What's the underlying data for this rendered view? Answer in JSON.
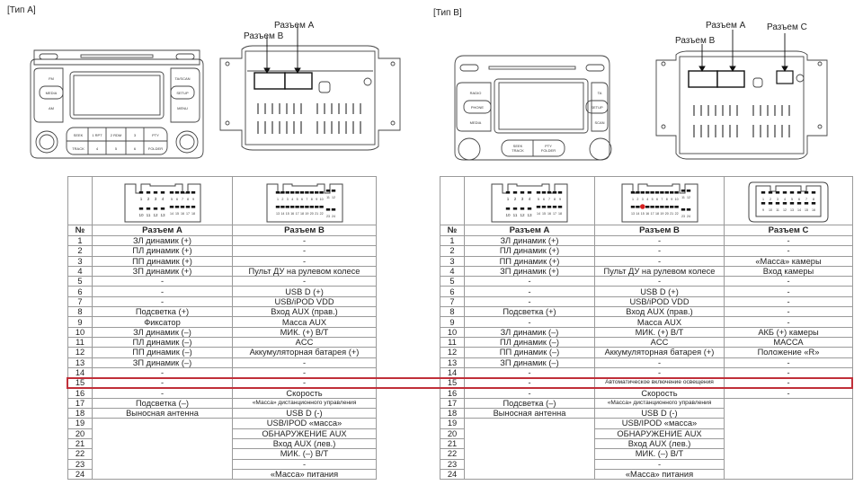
{
  "type_a": {
    "label": "[Тип A]",
    "callouts": {
      "connector_a": "Разъем A",
      "connector_b": "Разъем B"
    },
    "front_panel_buttons": [
      "FM",
      "MEDIA",
      "AM",
      "TA/SCAN",
      "SETUP",
      "MENU",
      "SEEK",
      "TRACK",
      "1 RPT",
      "2 RDM",
      "3",
      "4",
      "5",
      "6",
      "PTY",
      "FOLDER"
    ],
    "table": {
      "headers": {
        "num": "№",
        "a": "Разъем A",
        "b": "Разъем B"
      },
      "pinout_a": {
        "row1": [
          "1",
          "2",
          "3",
          "4",
          "5",
          "6",
          "7",
          "8",
          "9"
        ],
        "row2": [
          "10",
          "11",
          "12",
          "13",
          "14",
          "15",
          "16",
          "17",
          "18"
        ]
      },
      "pinout_b": {
        "row1": [
          "1",
          "2",
          "3",
          "4",
          "5",
          "6",
          "7",
          "8",
          "9",
          "10",
          "11",
          "12"
        ],
        "row2": [
          "13",
          "14",
          "15",
          "16",
          "17",
          "18",
          "19",
          "20",
          "21",
          "22",
          "23",
          "24"
        ]
      },
      "rows": [
        {
          "n": "1",
          "a": "ЗЛ динамик (+)",
          "b": "-"
        },
        {
          "n": "2",
          "a": "ПЛ динамик (+)",
          "b": "-"
        },
        {
          "n": "3",
          "a": "ПП динамик (+)",
          "b": "-"
        },
        {
          "n": "4",
          "a": "ЗП динамик (+)",
          "b": "Пульт ДУ на рулевом колесе"
        },
        {
          "n": "5",
          "a": "-",
          "b": "-"
        },
        {
          "n": "6",
          "a": "-",
          "b": "USB D (+)"
        },
        {
          "n": "7",
          "a": "-",
          "b": "USB/iPOD VDD"
        },
        {
          "n": "8",
          "a": "Подсветка (+)",
          "b": "Вход AUX (прав.)"
        },
        {
          "n": "9",
          "a": "Фиксатор",
          "b": "Масса AUX"
        },
        {
          "n": "10",
          "a": "ЗЛ динамик (–)",
          "b": "МИК. (+) В/Т"
        },
        {
          "n": "11",
          "a": "ПЛ динамик (–)",
          "b": "ACC"
        },
        {
          "n": "12",
          "a": "ПП динамик (–)",
          "b": "Аккумуляторная батарея (+)"
        },
        {
          "n": "13",
          "a": "ЗП динамик (–)",
          "b": "-"
        },
        {
          "n": "14",
          "a": "-",
          "b": "-"
        },
        {
          "n": "15",
          "a": "-",
          "b": "-"
        },
        {
          "n": "16",
          "a": "-",
          "b": "Скорость"
        },
        {
          "n": "17",
          "a": "Подсветка (–)",
          "b": "«Масса» дистанционного управления"
        },
        {
          "n": "18",
          "a": "Выносная антенна",
          "b": "USB D (-)"
        },
        {
          "n": "19",
          "a": "",
          "b": "USB/IPOD «масса»"
        },
        {
          "n": "20",
          "a": "",
          "b": "ОБНАРУЖЕНИЕ AUX"
        },
        {
          "n": "21",
          "a": "",
          "b": "Вход AUX (лев.)"
        },
        {
          "n": "22",
          "a": "",
          "b": "МИК. (–) В/Т"
        },
        {
          "n": "23",
          "a": "",
          "b": "-"
        },
        {
          "n": "24",
          "a": "",
          "b": "«Масса» питания"
        }
      ]
    }
  },
  "type_b": {
    "label": "[Тип B]",
    "callouts": {
      "connector_a": "Разъем A",
      "connector_b": "Разъем B",
      "connector_c": "Разъем C"
    },
    "front_panel_buttons": [
      "RADIO",
      "PHONE",
      "MEDIA",
      "TA",
      "SETUP",
      "SCAN",
      "SEEK TRACK",
      "PTY FOLDER"
    ],
    "table": {
      "headers": {
        "num": "№",
        "a": "Разъем A",
        "b": "Разъем B",
        "c": "Разъем C"
      },
      "pinout_a": {
        "row1": [
          "1",
          "2",
          "3",
          "4",
          "5",
          "6",
          "7",
          "8",
          "9"
        ],
        "row2": [
          "10",
          "11",
          "12",
          "13",
          "14",
          "15",
          "16",
          "17",
          "18"
        ]
      },
      "pinout_b": {
        "row1": [
          "1",
          "2",
          "3",
          "4",
          "5",
          "6",
          "7",
          "8",
          "9",
          "10",
          "11",
          "12"
        ],
        "row2": [
          "13",
          "14",
          "15",
          "16",
          "17",
          "18",
          "19",
          "20",
          "21",
          "22",
          "23",
          "24"
        ],
        "marked_pin": "15"
      },
      "pinout_c": {
        "row1": [
          "1",
          "2",
          "3",
          "4",
          "5",
          "6",
          "7",
          "8"
        ],
        "row2": [
          "9",
          "10",
          "11",
          "12",
          "13",
          "14",
          "15",
          "16"
        ]
      },
      "rows": [
        {
          "n": "1",
          "a": "ЗЛ динамик (+)",
          "b": "-",
          "c": "-"
        },
        {
          "n": "2",
          "a": "ПЛ динамик (+)",
          "b": "-",
          "c": "-"
        },
        {
          "n": "3",
          "a": "ПП динамик (+)",
          "b": "-",
          "c": "«Масса» камеры"
        },
        {
          "n": "4",
          "a": "ЗП динамик (+)",
          "b": "Пульт ДУ на рулевом колесе",
          "c": "Вход камеры"
        },
        {
          "n": "5",
          "a": "-",
          "b": "-",
          "c": "-"
        },
        {
          "n": "6",
          "a": "-",
          "b": "USB D (+)",
          "c": "-"
        },
        {
          "n": "7",
          "a": "-",
          "b": "USB/iPOD VDD",
          "c": "-"
        },
        {
          "n": "8",
          "a": "Подсветка (+)",
          "b": "Вход AUX (прав.)",
          "c": "-"
        },
        {
          "n": "9",
          "a": "-",
          "b": "Масса AUX",
          "c": "-"
        },
        {
          "n": "10",
          "a": "ЗЛ динамик (–)",
          "b": "МИК. (+) В/Т",
          "c": "АКБ (+) камеры"
        },
        {
          "n": "11",
          "a": "ПЛ динамик (–)",
          "b": "ACC",
          "c": "МАССА"
        },
        {
          "n": "12",
          "a": "ПП динамик (–)",
          "b": "Аккумуляторная батарея (+)",
          "c": "Положение «R»"
        },
        {
          "n": "13",
          "a": "ЗП динамик (–)",
          "b": "-",
          "c": "-"
        },
        {
          "n": "14",
          "a": "-",
          "b": "-",
          "c": "-"
        },
        {
          "n": "15",
          "a": "-",
          "b": "Автоматическое включение освещения",
          "c": "-"
        },
        {
          "n": "16",
          "a": "-",
          "b": "Скорость",
          "c": "-"
        },
        {
          "n": "17",
          "a": "Подсветка (–)",
          "b": "«Масса» дистанционного управления",
          "c": ""
        },
        {
          "n": "18",
          "a": "Выносная антенна",
          "b": "USB D (-)",
          "c": ""
        },
        {
          "n": "19",
          "a": "",
          "b": "USB/IPOD «масса»",
          "c": ""
        },
        {
          "n": "20",
          "a": "",
          "b": "ОБНАРУЖЕНИЕ AUX",
          "c": ""
        },
        {
          "n": "21",
          "a": "",
          "b": "Вход AUX (лев.)",
          "c": ""
        },
        {
          "n": "22",
          "a": "",
          "b": "МИК. (–) В/Т",
          "c": ""
        },
        {
          "n": "23",
          "a": "",
          "b": "-",
          "c": ""
        },
        {
          "n": "24",
          "a": "",
          "b": "«Масса» питания",
          "c": ""
        }
      ]
    }
  },
  "highlight": {
    "row": "15",
    "color": "#c0303a"
  }
}
